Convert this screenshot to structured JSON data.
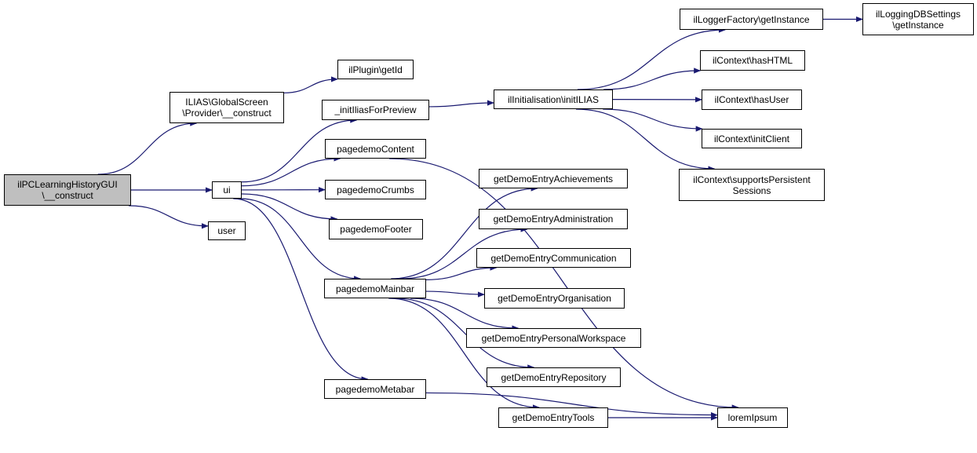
{
  "colors": {
    "edge": "#191970",
    "node_border": "#000000",
    "root_fill": "#bfbfbf",
    "node_fill": "#ffffff"
  },
  "nodes": {
    "root": {
      "lines": [
        "ilPCLearningHistoryGUI",
        "\\__construct"
      ]
    },
    "provider_construct": {
      "lines": [
        "ILIAS\\GlobalScreen",
        "\\Provider\\__construct"
      ]
    },
    "ui": {
      "lines": [
        "ui"
      ]
    },
    "user": {
      "lines": [
        "user"
      ]
    },
    "plugin_getid": {
      "lines": [
        "ilPlugin\\getId"
      ]
    },
    "init_ilias_preview": {
      "lines": [
        "_initIliasForPreview"
      ]
    },
    "pagedemo_content": {
      "lines": [
        "pagedemoContent"
      ]
    },
    "pagedemo_crumbs": {
      "lines": [
        "pagedemoCrumbs"
      ]
    },
    "pagedemo_footer": {
      "lines": [
        "pagedemoFooter"
      ]
    },
    "pagedemo_mainbar": {
      "lines": [
        "pagedemoMainbar"
      ]
    },
    "pagedemo_metabar": {
      "lines": [
        "pagedemoMetabar"
      ]
    },
    "init_ilias": {
      "lines": [
        "ilInitialisation\\initILIAS"
      ]
    },
    "entry_achievements": {
      "lines": [
        "getDemoEntryAchievements"
      ]
    },
    "entry_administration": {
      "lines": [
        "getDemoEntryAdministration"
      ]
    },
    "entry_communication": {
      "lines": [
        "getDemoEntryCommunication"
      ]
    },
    "entry_organisation": {
      "lines": [
        "getDemoEntryOrganisation"
      ]
    },
    "entry_personal_workspace": {
      "lines": [
        "getDemoEntryPersonalWorkspace"
      ]
    },
    "entry_repository": {
      "lines": [
        "getDemoEntryRepository"
      ]
    },
    "entry_tools": {
      "lines": [
        "getDemoEntryTools"
      ]
    },
    "logger_factory": {
      "lines": [
        "ilLoggerFactory\\getInstance"
      ]
    },
    "logging_db_settings": {
      "lines": [
        "ilLoggingDBSettings",
        "\\getInstance"
      ]
    },
    "context_hashtml": {
      "lines": [
        "ilContext\\hasHTML"
      ]
    },
    "context_hasuser": {
      "lines": [
        "ilContext\\hasUser"
      ]
    },
    "context_initclient": {
      "lines": [
        "ilContext\\initClient"
      ]
    },
    "context_persistent": {
      "lines": [
        "ilContext\\supportsPersistent",
        "Sessions"
      ]
    },
    "lorem_ipsum": {
      "lines": [
        "loremIpsum"
      ]
    }
  },
  "edges": [
    [
      "root",
      "provider_construct"
    ],
    [
      "root",
      "ui"
    ],
    [
      "root",
      "user"
    ],
    [
      "provider_construct",
      "plugin_getid"
    ],
    [
      "ui",
      "init_ilias_preview"
    ],
    [
      "ui",
      "pagedemo_content"
    ],
    [
      "ui",
      "pagedemo_crumbs"
    ],
    [
      "ui",
      "pagedemo_footer"
    ],
    [
      "ui",
      "pagedemo_mainbar"
    ],
    [
      "ui",
      "pagedemo_metabar"
    ],
    [
      "init_ilias_preview",
      "init_ilias"
    ],
    [
      "init_ilias",
      "logger_factory"
    ],
    [
      "init_ilias",
      "context_hashtml"
    ],
    [
      "init_ilias",
      "context_hasuser"
    ],
    [
      "init_ilias",
      "context_initclient"
    ],
    [
      "init_ilias",
      "context_persistent"
    ],
    [
      "logger_factory",
      "logging_db_settings"
    ],
    [
      "pagedemo_content",
      "lorem_ipsum"
    ],
    [
      "pagedemo_mainbar",
      "entry_achievements"
    ],
    [
      "pagedemo_mainbar",
      "entry_administration"
    ],
    [
      "pagedemo_mainbar",
      "entry_communication"
    ],
    [
      "pagedemo_mainbar",
      "entry_organisation"
    ],
    [
      "pagedemo_mainbar",
      "entry_personal_workspace"
    ],
    [
      "pagedemo_mainbar",
      "entry_repository"
    ],
    [
      "pagedemo_mainbar",
      "entry_tools"
    ],
    [
      "pagedemo_metabar",
      "lorem_ipsum"
    ],
    [
      "entry_tools",
      "lorem_ipsum"
    ]
  ]
}
